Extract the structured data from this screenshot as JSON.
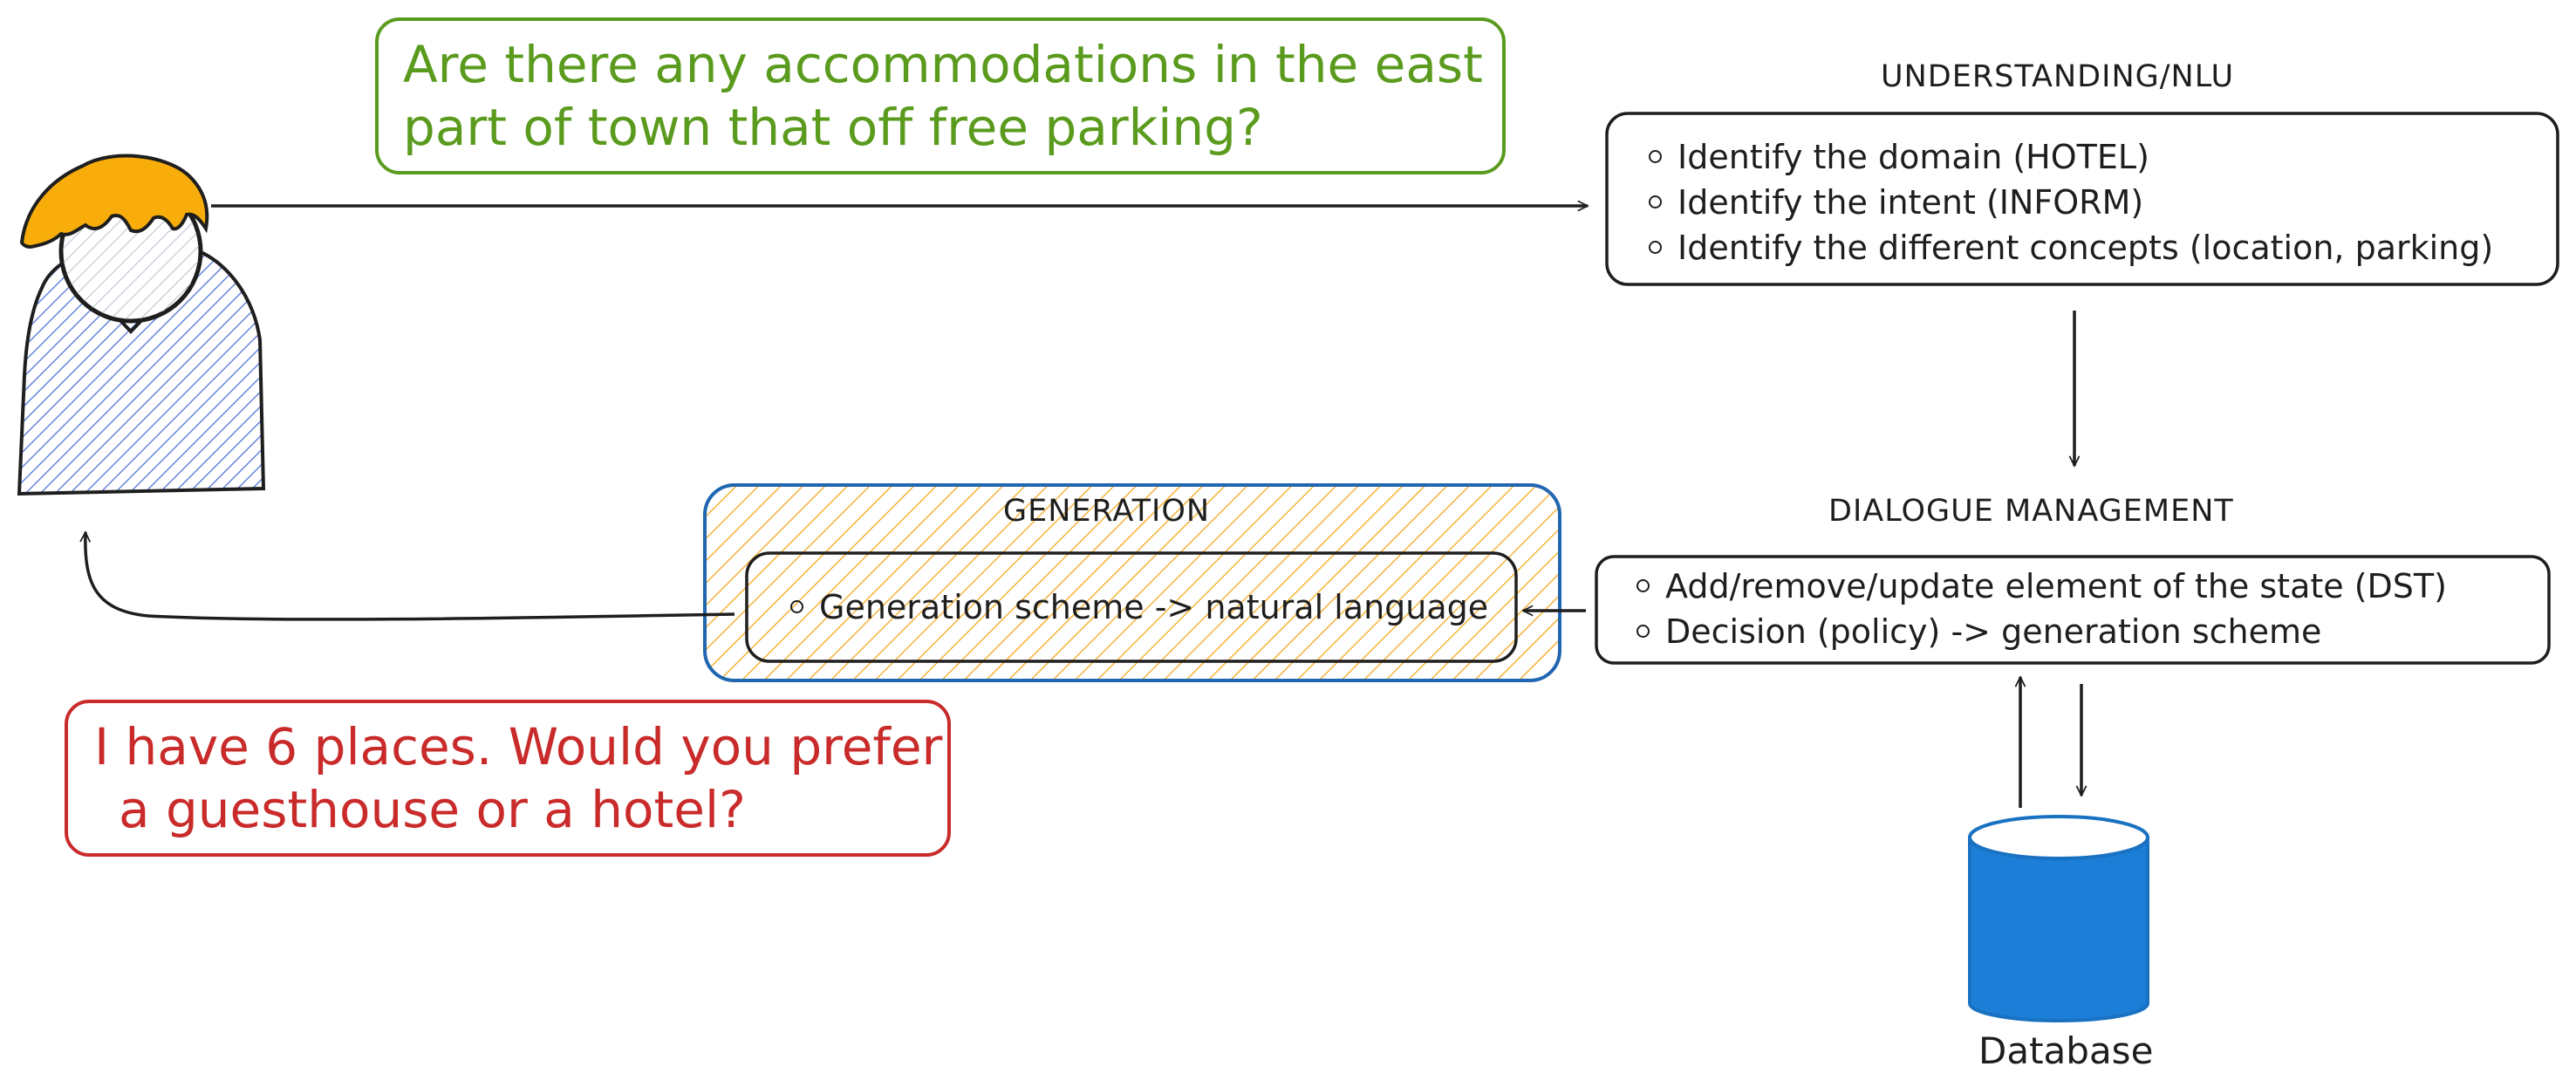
{
  "user_speech": {
    "lines": [
      "Are there any accommodations in the east",
      "part of town that off free parking?"
    ],
    "color": "#5a9b1e"
  },
  "understanding": {
    "title": "UNDERSTANDING/NLU",
    "items": [
      "Identify the domain (HOTEL)",
      "Identify the intent (INFORM)",
      "Identify the different concepts (location, parking)"
    ]
  },
  "dialogue_management": {
    "title": "DIALOGUE MANAGEMENT",
    "items": [
      "Add/remove/update element of the state (DST)",
      "Decision (policy) -> generation scheme"
    ]
  },
  "generation": {
    "title": "GENERATION",
    "items": [
      "Generation scheme -> natural language"
    ],
    "hatch_color": "#f5b43a",
    "border_color": "#2066b0"
  },
  "system_speech": {
    "lines": [
      "I have 6 places. Would you prefer",
      "a guesthouse or a hotel?"
    ],
    "color": "#c92a2a"
  },
  "database": {
    "label": "Database",
    "fill": "#1c7ed6"
  },
  "user_icon": {
    "hair": "#f8ad0a",
    "body_hatch": "#4a6fd4"
  }
}
